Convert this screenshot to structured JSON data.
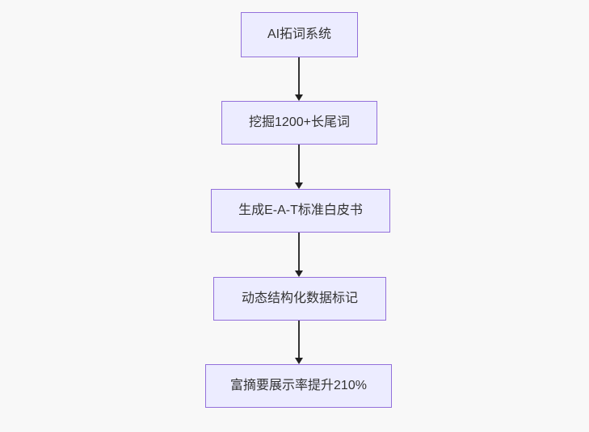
{
  "diagram": {
    "type": "flowchart",
    "direction": "top-to-bottom",
    "nodes": [
      {
        "id": "A",
        "label": "AI拓词系统"
      },
      {
        "id": "B",
        "label": "挖掘1200+长尾词"
      },
      {
        "id": "C",
        "label": "生成E-A-T标准白皮书"
      },
      {
        "id": "D",
        "label": "动态结构化数据标记"
      },
      {
        "id": "E",
        "label": "富摘要展示率提升210%"
      }
    ],
    "edges": [
      {
        "from": "A",
        "to": "B",
        "style": "arrow-down"
      },
      {
        "from": "B",
        "to": "C",
        "style": "arrow-down"
      },
      {
        "from": "C",
        "to": "D",
        "style": "arrow-down"
      },
      {
        "from": "D",
        "to": "E",
        "style": "arrow-down"
      }
    ],
    "colors": {
      "node_fill": "#ECECFF",
      "node_border": "#9370DB",
      "node_text": "#333333",
      "arrow": "#333333",
      "background": "#f8f8f8"
    }
  }
}
